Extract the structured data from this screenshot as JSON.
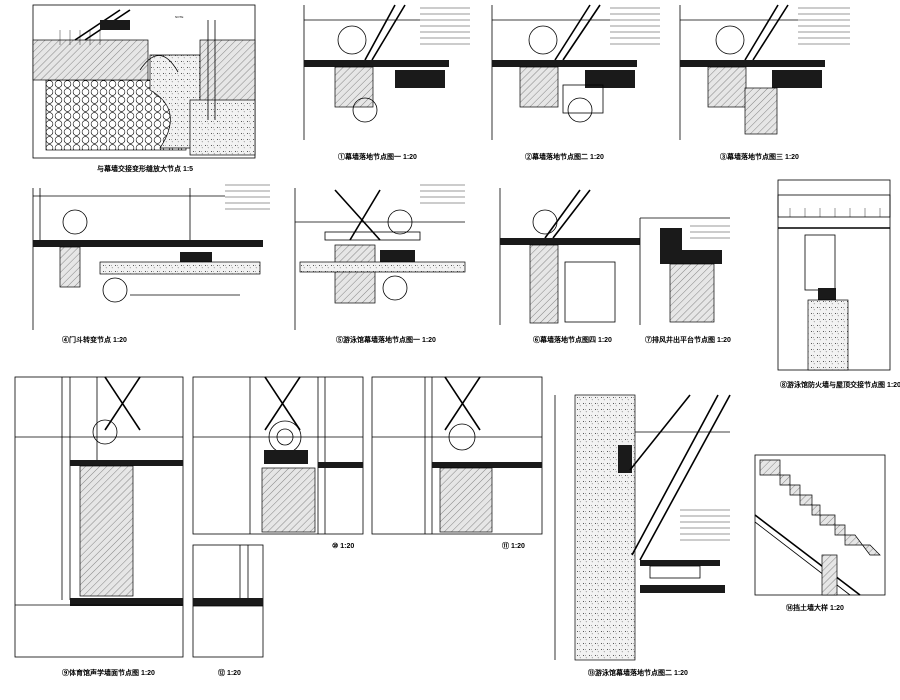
{
  "sheet": {
    "background": "#ffffff",
    "ink": "#000000"
  },
  "captions": {
    "d01": "与幕墙交接变形缝放大节点 1:5",
    "d02": "①幕墙落地节点图一 1:20",
    "d03": "②幕墙落地节点图二 1:20",
    "d04": "③幕墙落地节点图三 1:20",
    "d05": "④门斗转变节点 1:20",
    "d06": "⑤游泳馆幕墙落地节点图一 1:20",
    "d07": "⑥幕墙落地节点图四 1:20",
    "d08": "⑦排风井出平台节点图 1:20",
    "d09": "⑧游泳馆防火墙与屋顶交接节点图 1:20",
    "d10": "⑨体育馆声学墙面节点图 1:20",
    "d11": "⑩ 1:20",
    "d12": "⑪ 1:20",
    "d13": "⑫ 1:20",
    "d14": "⑬游泳馆幕墙落地节点图二 1:20",
    "d15": "⑭挡土墙大样 1:20"
  }
}
